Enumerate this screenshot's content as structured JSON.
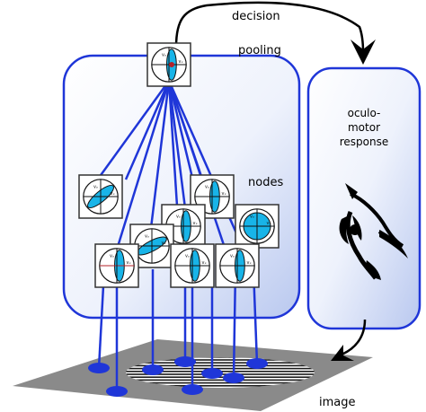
{
  "labels": {
    "decision": "decision",
    "pooling": "pooling",
    "nodes": "nodes",
    "oculomotor_line1": "oculo-",
    "oculomotor_line2": "motor",
    "oculomotor_line3": "response",
    "image": "image"
  },
  "glyph_labels": {
    "vy": "vᵧ",
    "vx": "vₓ"
  },
  "colors": {
    "panel_stroke": "#1f36d8",
    "panel_fill_light": "#ffffff",
    "panel_fill_dark": "#b9c8ef",
    "line_blue": "#1f36d8",
    "ellipse_fill": "#18b4e8",
    "cross_red": "#b3222a",
    "grating_dark": "#1a1a1a",
    "plane_gray": "#8a8a8a"
  },
  "icons": [
    "eye-icon",
    "decision-arrow-icon",
    "image-arrow-icon"
  ]
}
